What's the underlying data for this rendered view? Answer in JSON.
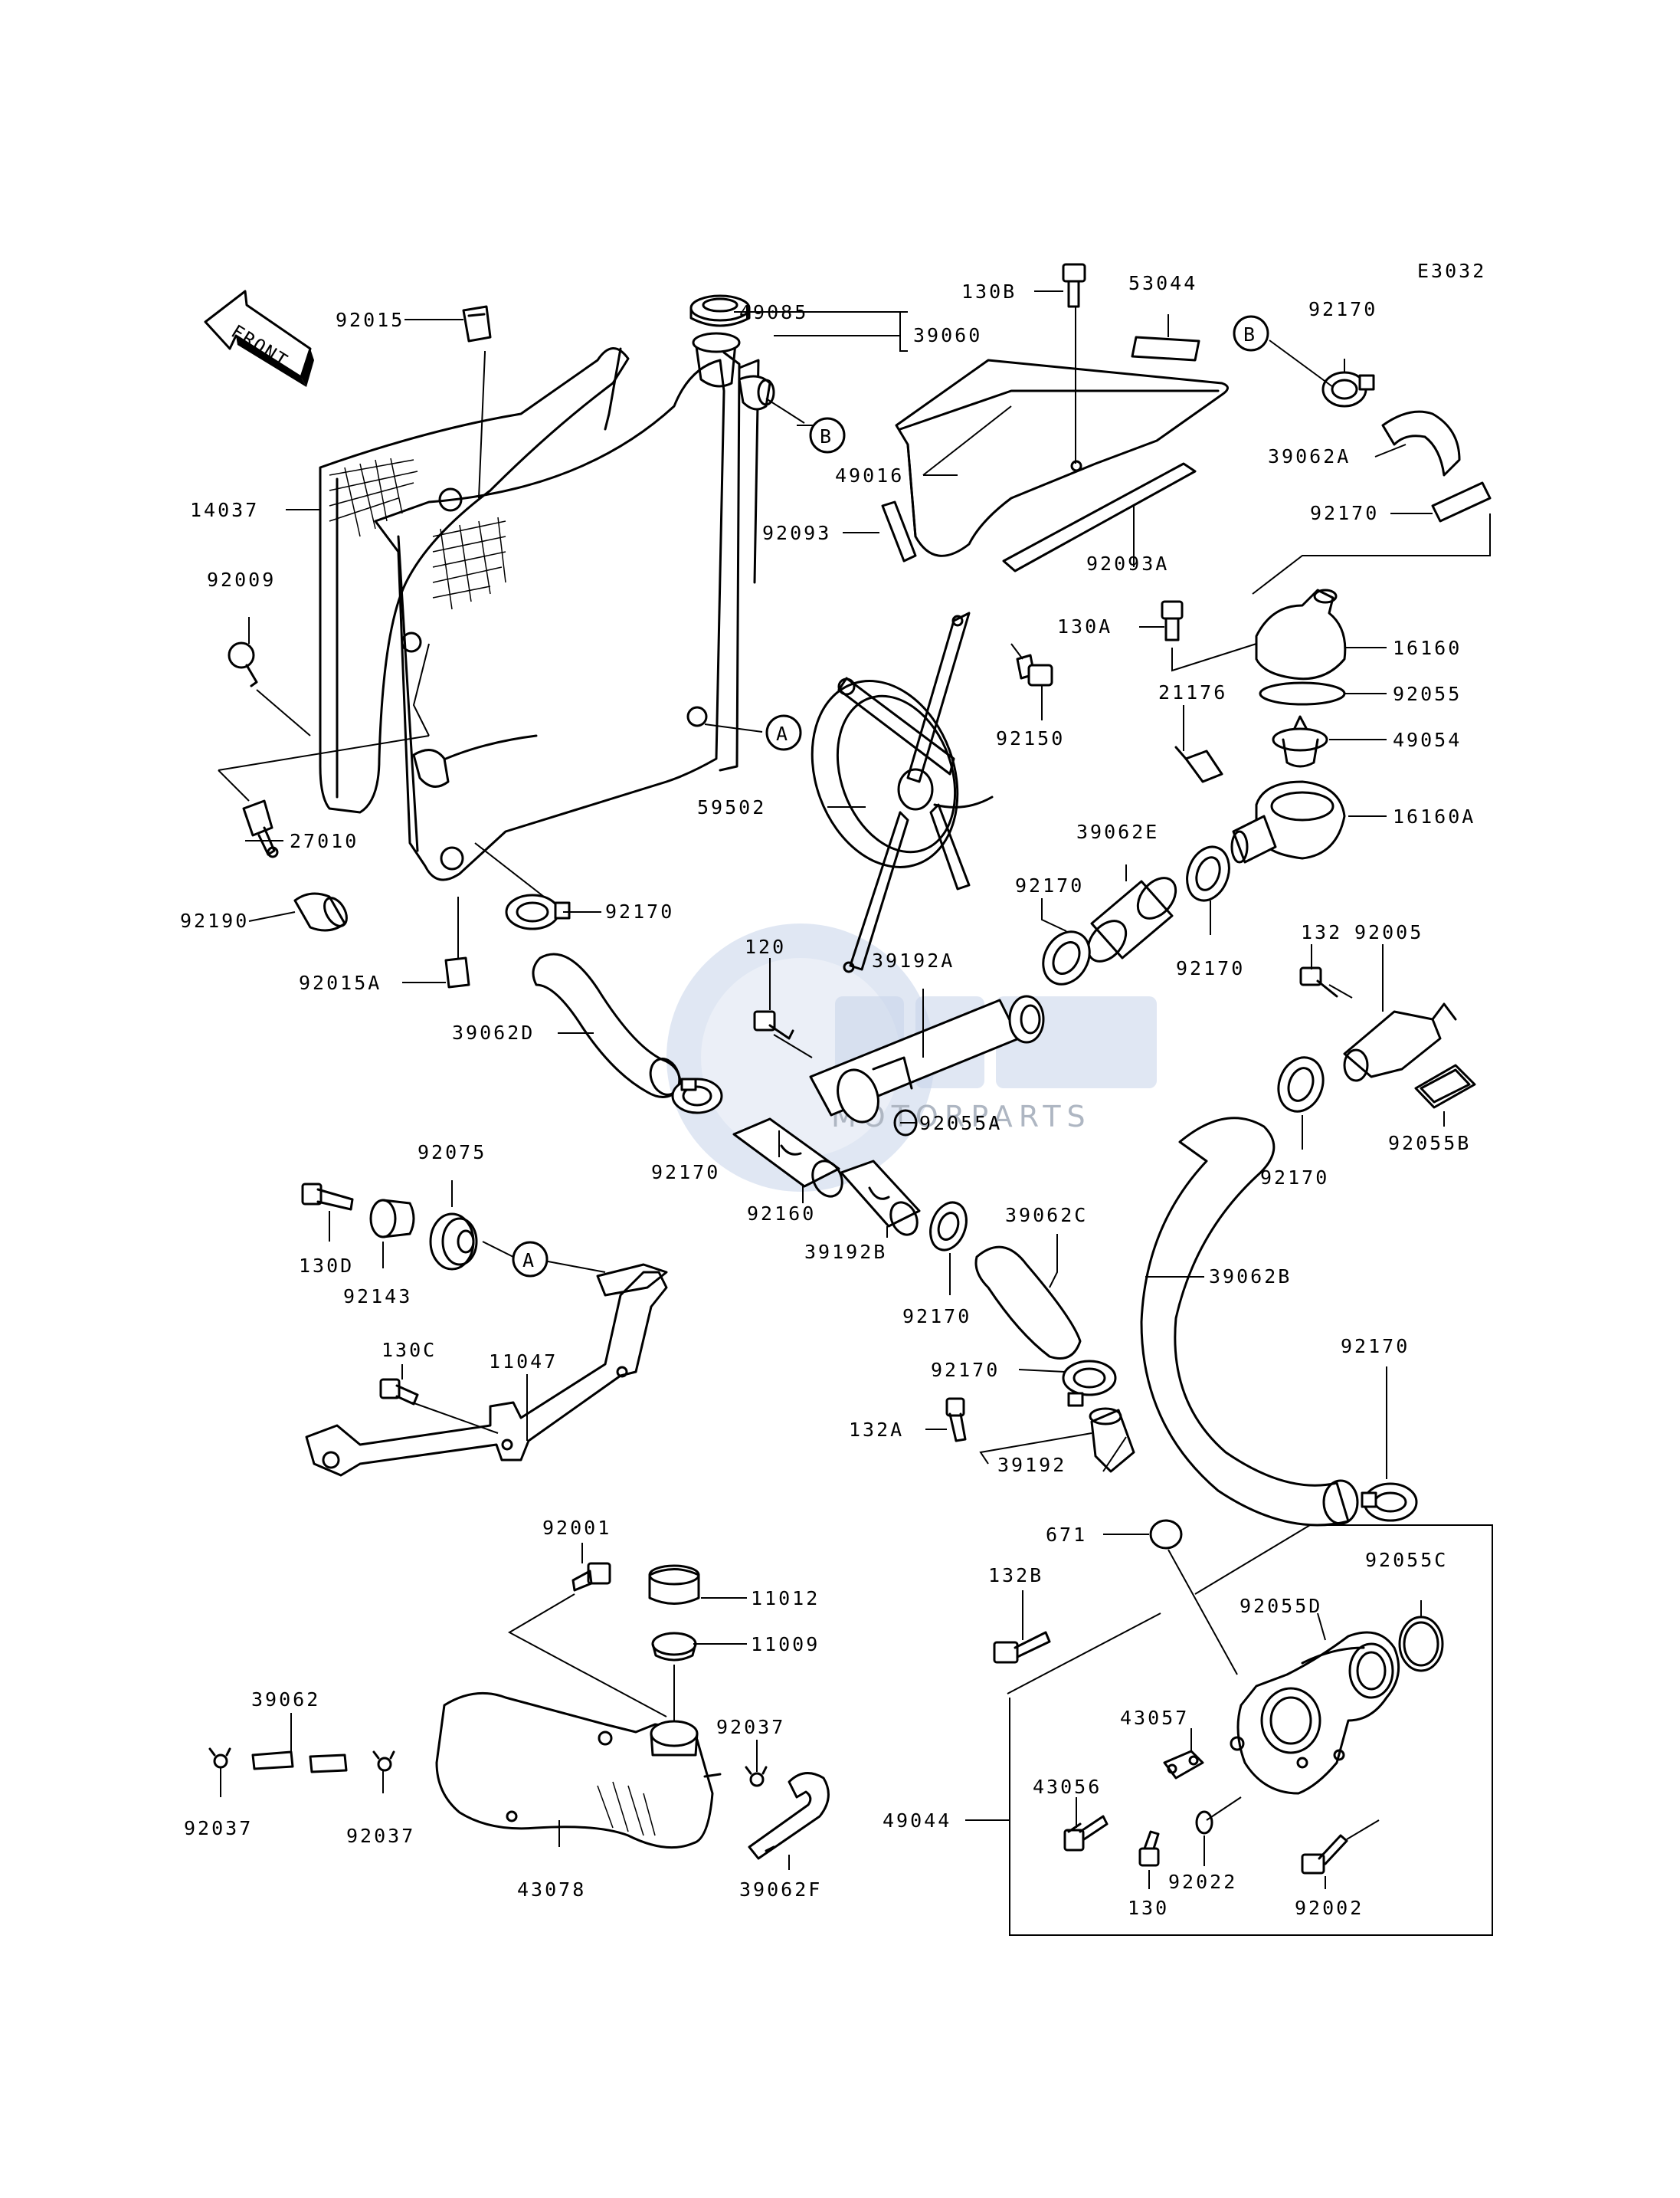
{
  "diagram_code": "E3032",
  "front_label": "FRONT",
  "callout_a": "A",
  "callout_b": "B",
  "watermark": {
    "logo": "oem",
    "tagline": "MOTORPARTS",
    "color": "#c7d3ea"
  },
  "labels": {
    "l14037": "14037",
    "l92015": "92015",
    "l92009": "92009",
    "l27010": "27010",
    "l92190": "92190",
    "l92015A": "92015A",
    "l49085": "49085",
    "l39060": "39060",
    "l49016": "49016",
    "l92093": "92093",
    "l130B": "130B",
    "l53044": "53044",
    "l92093A": "92093A",
    "l92170_b": "92170",
    "l39062A": "39062A",
    "l92170_c": "92170",
    "l130A": "130A",
    "l16160": "16160",
    "l92055": "92055",
    "l21176": "21176",
    "l49054": "49054",
    "l16160A": "16160A",
    "l92150": "92150",
    "l59502": "59502",
    "l92170_a": "92170",
    "l39062D": "39062D",
    "l120": "120",
    "l39192A": "39192A",
    "l92055A": "92055A",
    "l39062E": "39062E",
    "l92170_d": "92170",
    "l92170_e": "92170",
    "l132": "132",
    "l92005": "92005",
    "l92055B": "92055B",
    "l92170_f": "92170",
    "l92170_g": "92170",
    "l92160": "92160",
    "l39192B": "39192B",
    "l39062C": "39062C",
    "l92170_h": "92170",
    "l39062B": "39062B",
    "l92075": "92075",
    "l130D": "130D",
    "l92143": "92143",
    "l130C": "130C",
    "l11047": "11047",
    "l92170_i": "92170",
    "l132A": "132A",
    "l39192": "39192",
    "l92170_j": "92170",
    "l671": "671",
    "l92001": "92001",
    "l11012": "11012",
    "l11009": "11009",
    "l39062": "39062",
    "l92037_a": "92037",
    "l92037_b": "92037",
    "l92037_c": "92037",
    "l43078": "43078",
    "l39062F": "39062F",
    "l132B": "132B",
    "l92055C": "92055C",
    "l92055D": "92055D",
    "l43057": "43057",
    "l43056": "43056",
    "l49044": "49044",
    "l130": "130",
    "l92022": "92022",
    "l92002": "92002"
  }
}
